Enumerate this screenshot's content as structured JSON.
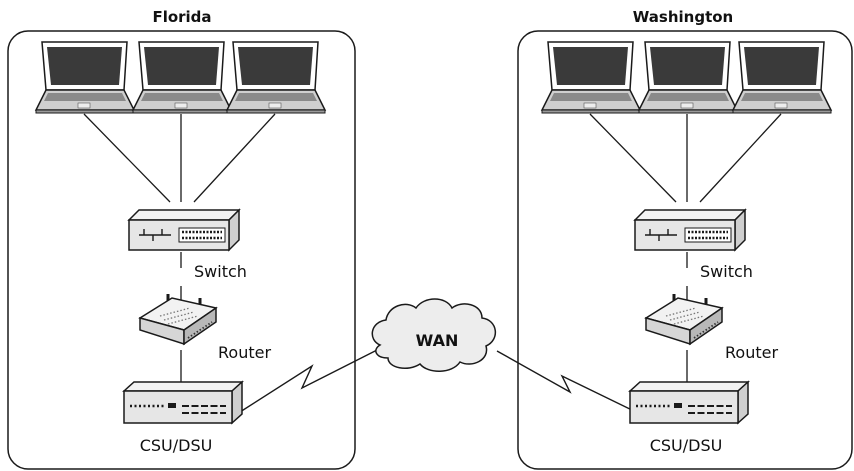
{
  "sites": [
    {
      "title": "Florida",
      "laptop_count": 3,
      "switch_label": "Switch",
      "router_label": "Router",
      "csu_label": "CSU/DSU"
    },
    {
      "title": "Washington",
      "laptop_count": 3,
      "switch_label": "Switch",
      "router_label": "Router",
      "csu_label": "CSU/DSU"
    }
  ],
  "wan": {
    "label": "WAN"
  },
  "icons": {
    "laptop": "laptop-icon",
    "switch": "switch-icon",
    "router": "router-icon",
    "csu_dsu": "csu-dsu-icon",
    "cloud": "cloud-icon",
    "serial_link": "lightning-link-icon"
  },
  "colors": {
    "stroke": "#1a1a1a",
    "device_face": "#e6e6e6",
    "cloud_fill": "#ededed"
  }
}
